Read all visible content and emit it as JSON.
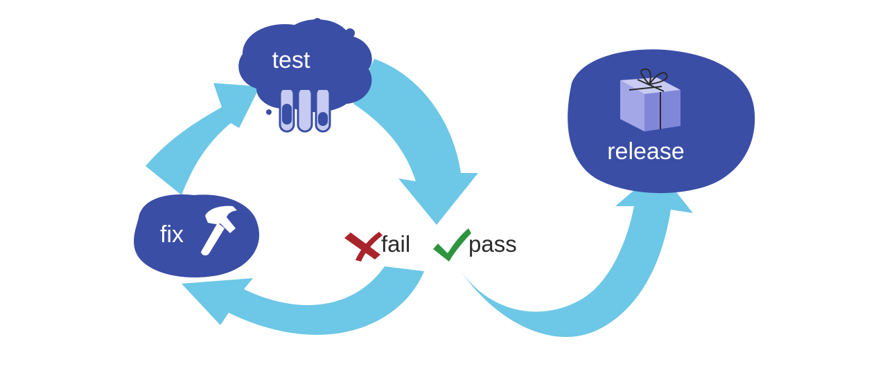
{
  "nodes": {
    "test": "test",
    "fix": "fix",
    "release": "release"
  },
  "outcomes": {
    "fail": "fail",
    "pass": "pass"
  },
  "colors": {
    "node_fill": "#3a4ea6",
    "arrow_fill": "#6dc7e6",
    "fail_mark": "#a8232b",
    "pass_mark": "#2f9440",
    "label_text": "#2a2a2a",
    "tube_fill": "#c7cbf1",
    "gift_light": "#c9cbf3",
    "gift_mid": "#a3a7e8",
    "gift_dark": "#8187d8"
  },
  "icons": {
    "test": "test-tubes-icon",
    "fix": "hammer-icon",
    "release": "gift-box-icon",
    "fail": "x-mark-icon",
    "pass": "check-mark-icon"
  }
}
